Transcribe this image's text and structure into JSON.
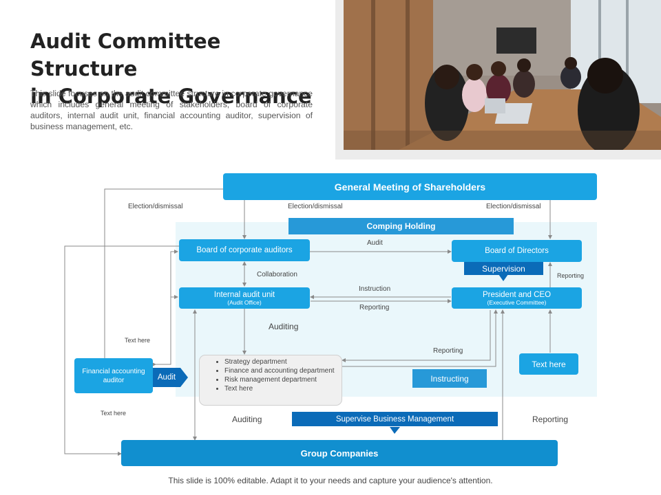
{
  "header": {
    "title_line1": "Audit Committee Structure",
    "title_line2": "in Corporate Governance",
    "description": "This slide focuses on the audit committee structure in corporate governance which includes general meeting of stakeholders, board of corporate auditors, internal audit unit, financial accounting auditor, supervision of business management, etc."
  },
  "diagram": {
    "shareholders": "General Meeting of Shareholders",
    "holding": "Comping Holding",
    "corporate_auditors": "Board of corporate auditors",
    "board_directors": "Board of Directors",
    "supervision": "Supervision",
    "internal_audit": "Internal audit unit",
    "internal_audit_sub": "(Audit Office)",
    "president": "President and CEO",
    "president_sub": "(Executive Committee)",
    "financial_auditor": "Financial accounting auditor",
    "audit_tag": "Audit",
    "text_here_box": "Text here",
    "instructing": "Instructing",
    "supervise_mgmt": "Supervise Business Management",
    "group_companies": "Group Companies",
    "departments": [
      "Strategy department",
      "Finance and accounting department",
      "Risk management department",
      "Text here"
    ]
  },
  "labels": {
    "election_left": "Election/dismissal",
    "election_mid": "Election/dismissal",
    "election_right": "Election/dismissal",
    "audit": "Audit",
    "collaboration": "Collaboration",
    "instruction": "Instruction",
    "reporting_mid": "Reporting",
    "reporting_right": "Reporting",
    "auditing_mid": "Auditing",
    "reporting_lower": "Reporting",
    "text_here_left": "Text here",
    "text_here_left2": "Text here",
    "auditing_bottom": "Auditing",
    "reporting_bottom": "Reporting"
  },
  "footer": "This slide is 100% editable. Adapt it to your needs and capture your audience's attention.",
  "colors": {
    "primary": "#1ba4e3",
    "dark_blue": "#0b6bb8",
    "light_panel": "#eaf7fb",
    "connector": "#8a8a8a"
  }
}
